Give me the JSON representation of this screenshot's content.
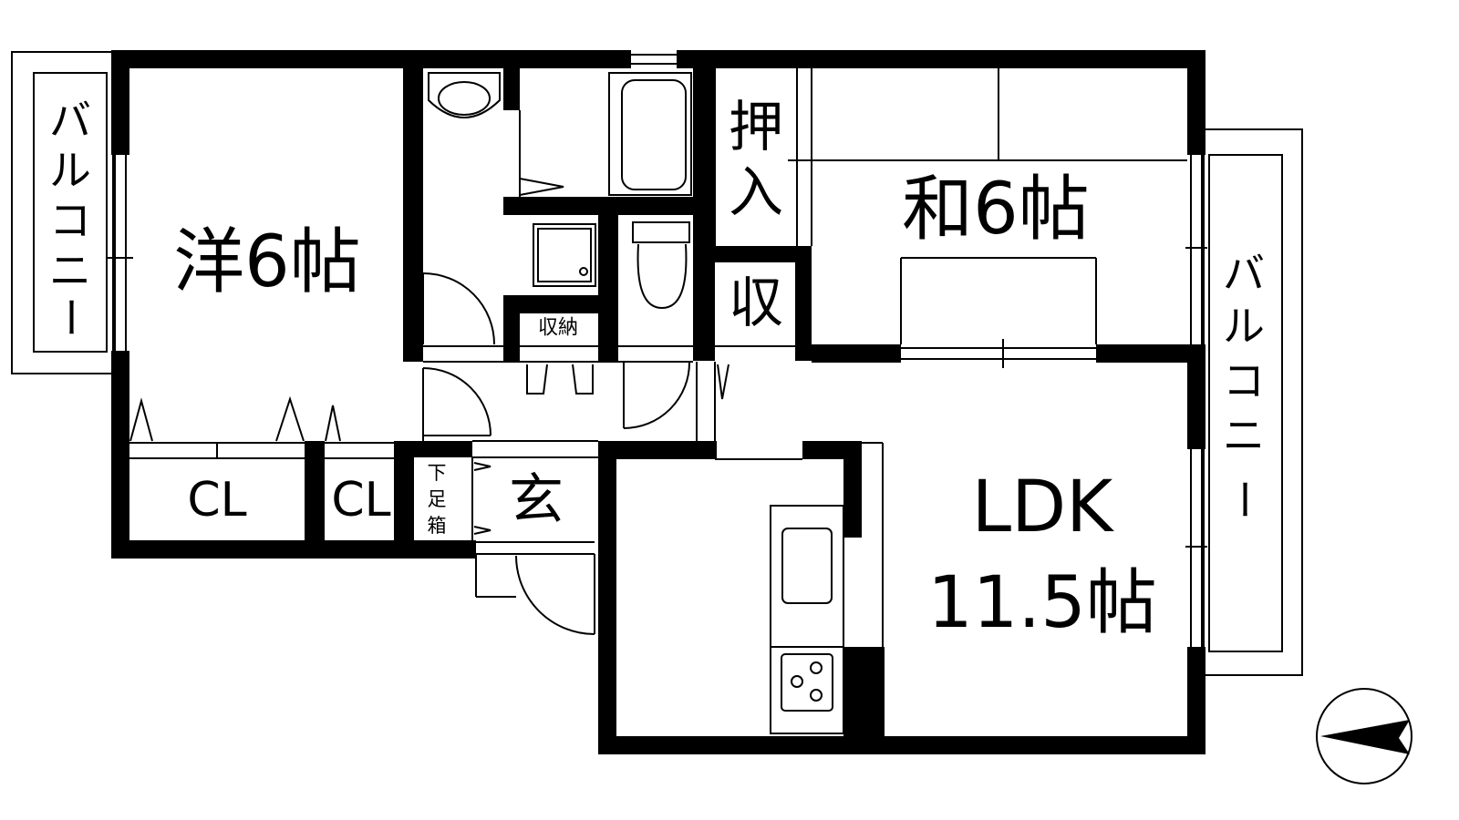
{
  "rooms": {
    "western": "洋6帖",
    "japanese": "和6帖",
    "ldk_name": "LDK",
    "ldk_size": "11.5帖",
    "oshiire_1": "押",
    "oshiire_2": "入",
    "storage": "収",
    "storage_small": "収納",
    "entrance": "玄",
    "closet_1": "CL",
    "closet_2": "CL",
    "shoe_box_1": "下",
    "shoe_box_2": "足",
    "shoe_box_3": "箱"
  },
  "balcony_left": [
    "バ",
    "ル",
    "コ",
    "ニ",
    "ー"
  ],
  "balcony_right": [
    "バ",
    "ル",
    "コ",
    "ニ",
    "ー"
  ],
  "colors": {
    "wall": "#000000",
    "background": "#ffffff"
  },
  "icons": [
    "compass-north-arrow-icon",
    "washbasin-icon",
    "bathtub-icon",
    "toilet-icon",
    "washing-machine-pan-icon",
    "kitchen-sink-icon",
    "stove-burner-icon"
  ]
}
